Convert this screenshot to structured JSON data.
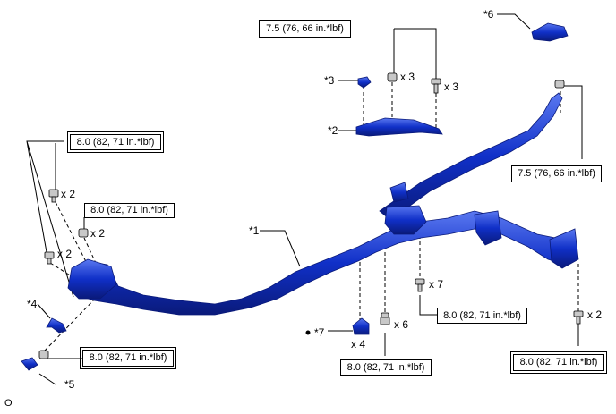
{
  "torque_specs": {
    "t1": "7.5 (76, 66 in.*lbf)",
    "t2": "8.0 (82, 71 in.*lbf)",
    "t3": "8.0 (82, 71 in.*lbf)",
    "t4": "7.5 (76, 66 in.*lbf)",
    "t5": "8.0 (82, 71 in.*lbf)",
    "t6": "8.0 (82, 71 in.*lbf)",
    "t7": "8.0 (82, 71 in.*lbf)",
    "t8": "8.0 (82, 71 in.*lbf)"
  },
  "callouts": {
    "c1": "*1",
    "c2": "*2",
    "c3": "*3",
    "c4": "*4",
    "c5": "*5",
    "c6": "*6",
    "c7": "*7"
  },
  "quantities": {
    "q_top_nut": "x 3",
    "q_top_bolt": "x 3",
    "q_left_upper": "x 2",
    "q_left_mid": "x 2",
    "q_left_lower": "x 2",
    "q_center_bolt": "x 7",
    "q_bottom_clip": "x 4",
    "q_bottom_bolt": "x 6",
    "q_right_bolt": "x 2"
  },
  "figure_code": "O",
  "colors": {
    "part_blue": "#1030c8",
    "part_dark": "#0a1a7a",
    "part_light": "#5a78f0",
    "line": "#000000"
  }
}
